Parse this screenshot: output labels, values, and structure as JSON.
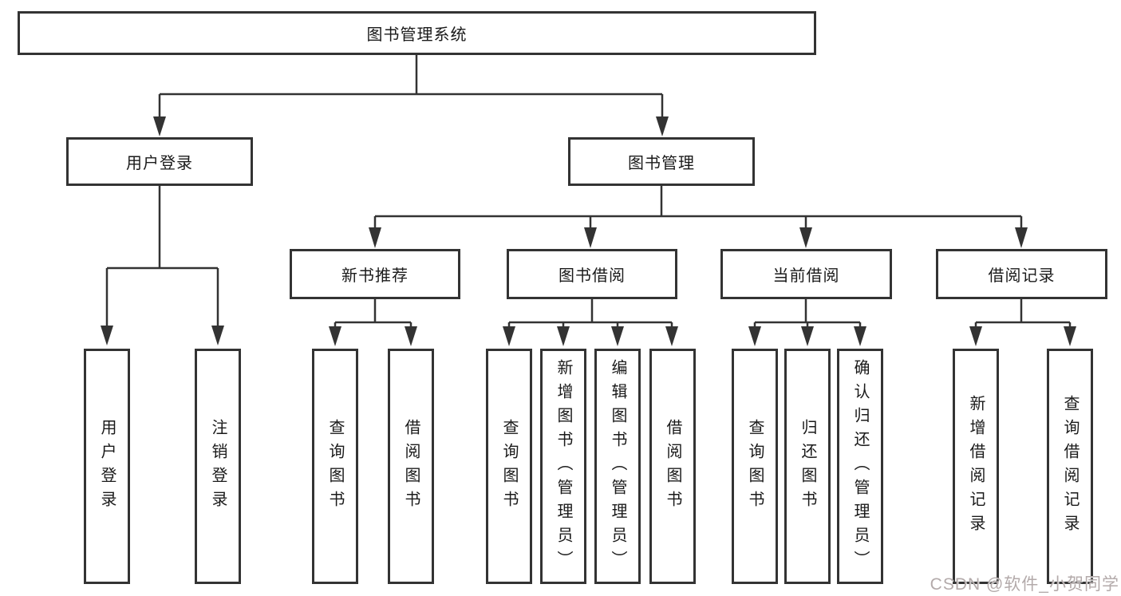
{
  "diagram": {
    "root": {
      "label": "图书管理系统"
    },
    "branches": [
      {
        "label": "用户登录",
        "children": [
          {
            "label": "用户登录"
          },
          {
            "label": "注销登录"
          }
        ]
      },
      {
        "label": "图书管理",
        "children": [
          {
            "label": "新书推荐",
            "children": [
              {
                "label": "查询图书"
              },
              {
                "label": "借阅图书"
              }
            ]
          },
          {
            "label": "图书借阅",
            "children": [
              {
                "label": "查询图书"
              },
              {
                "label": "新增图书（管理员）"
              },
              {
                "label": "编辑图书（管理员）"
              },
              {
                "label": "借阅图书"
              }
            ]
          },
          {
            "label": "当前借阅",
            "children": [
              {
                "label": "查询图书"
              },
              {
                "label": "归还图书"
              },
              {
                "label": "确认归还（管理员）"
              }
            ]
          },
          {
            "label": "借阅记录",
            "children": [
              {
                "label": "新增借阅记录"
              },
              {
                "label": "查询借阅记录"
              }
            ]
          }
        ]
      }
    ],
    "watermark": "CSDN @软件_小贺同学",
    "colors": {
      "line": "#333333",
      "box_border": "#333333",
      "box_background": "#ffffff",
      "text": "#1a1a1a",
      "watermark": "#b3aaaa",
      "background": "#ffffff"
    }
  }
}
